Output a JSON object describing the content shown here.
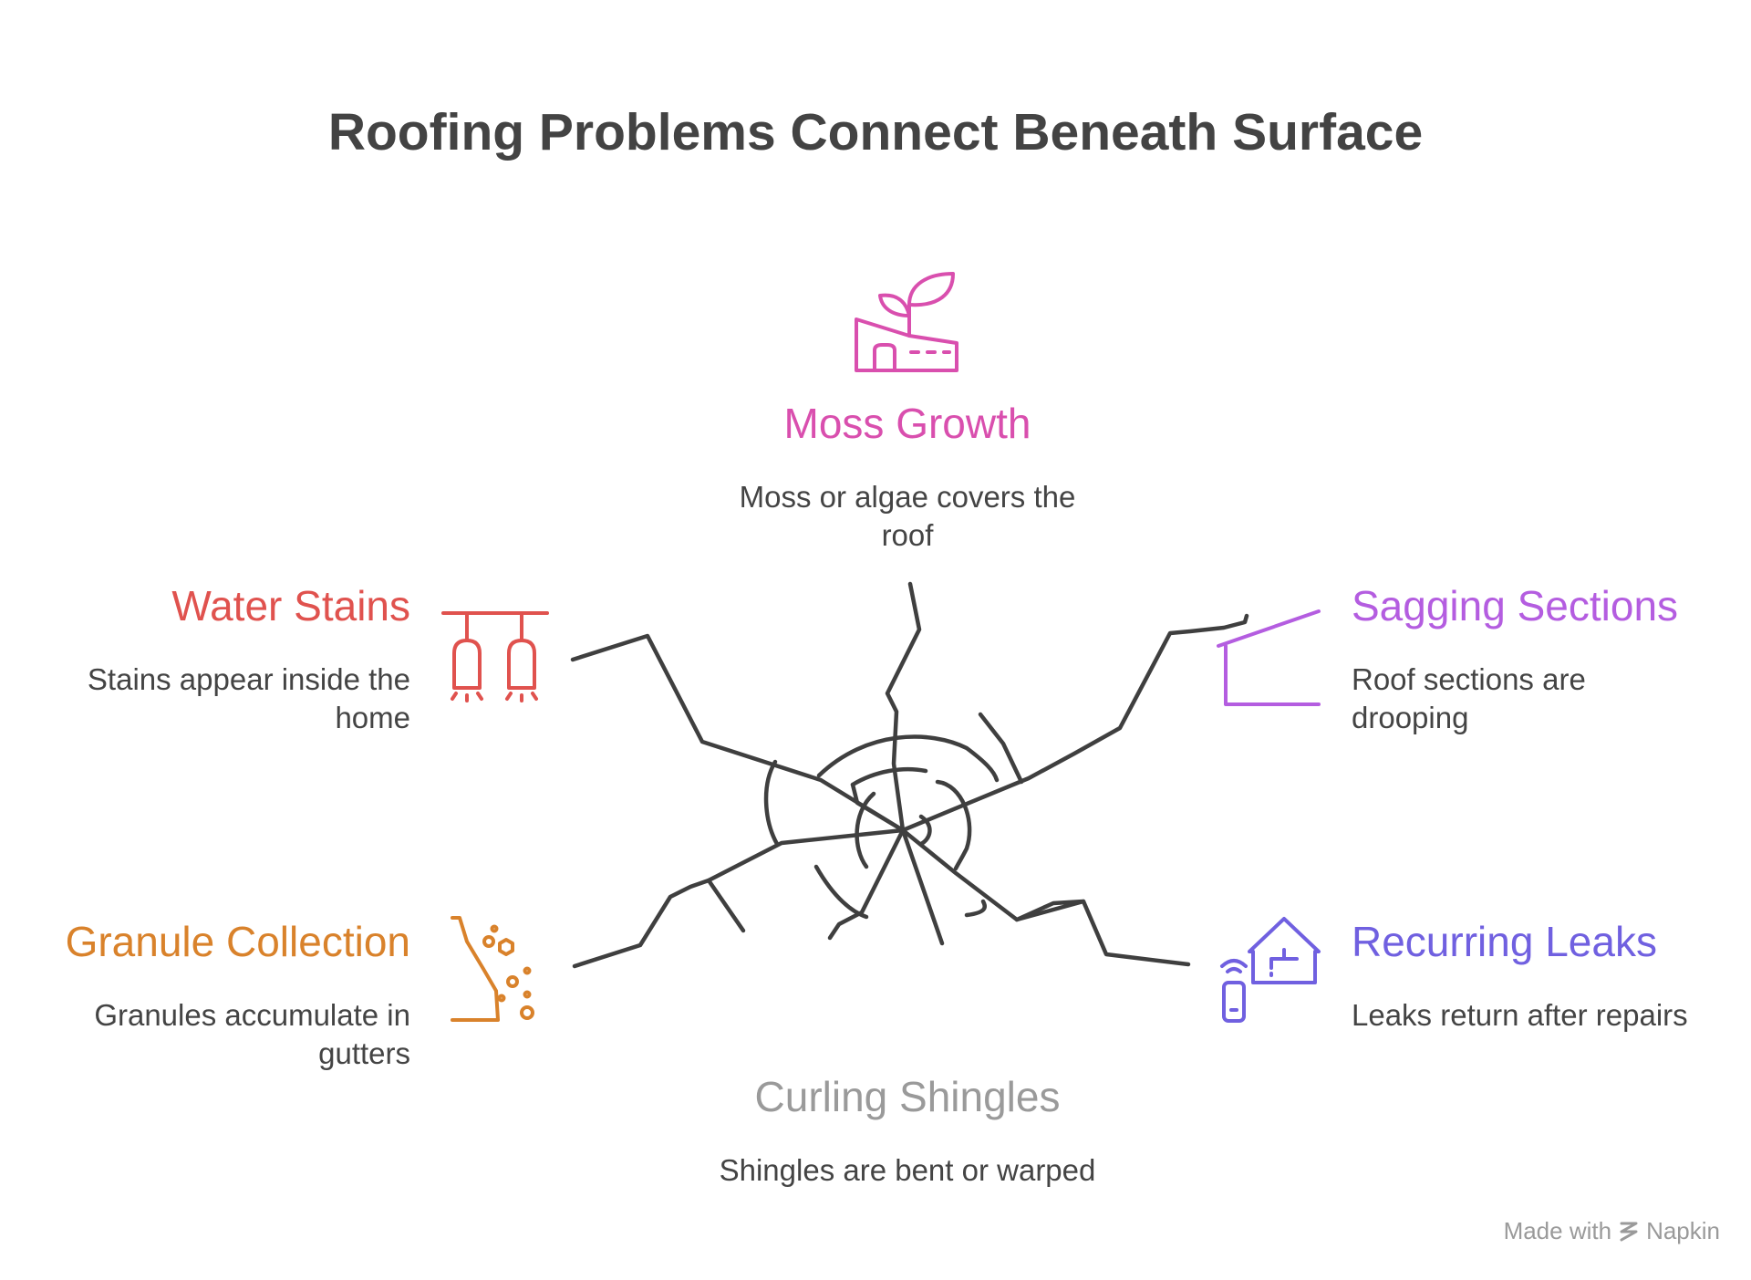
{
  "title": "Roofing Problems Connect Beneath Surface",
  "colors": {
    "moss": "#d94fae",
    "water": "#e0524e",
    "sagging": "#b45de0",
    "granule": "#d9822b",
    "leaks": "#7060e0",
    "curling": "#9a9a9a",
    "crack": "#3f3f3f"
  },
  "items": {
    "moss": {
      "heading": "Moss Growth",
      "desc": "Moss or algae covers the roof",
      "icon": "plant-on-roof-icon"
    },
    "water": {
      "heading": "Water Stains",
      "desc": "Stains appear inside the home",
      "icon": "dripping-pipes-icon"
    },
    "sagging": {
      "heading": "Sagging Sections",
      "desc": "Roof sections are drooping",
      "icon": "roof-outline-icon"
    },
    "granule": {
      "heading": "Granule Collection",
      "desc": "Granules accumulate in gutters",
      "icon": "granules-slope-icon"
    },
    "leaks": {
      "heading": "Recurring Leaks",
      "desc": "Leaks return after repairs",
      "icon": "house-faucet-remote-icon"
    },
    "curling": {
      "heading": "Curling Shingles",
      "desc": "Shingles are bent or warped"
    }
  },
  "footer": {
    "made_with": "Made with",
    "brand": "Napkin",
    "icon": "napkin-logo-icon"
  }
}
